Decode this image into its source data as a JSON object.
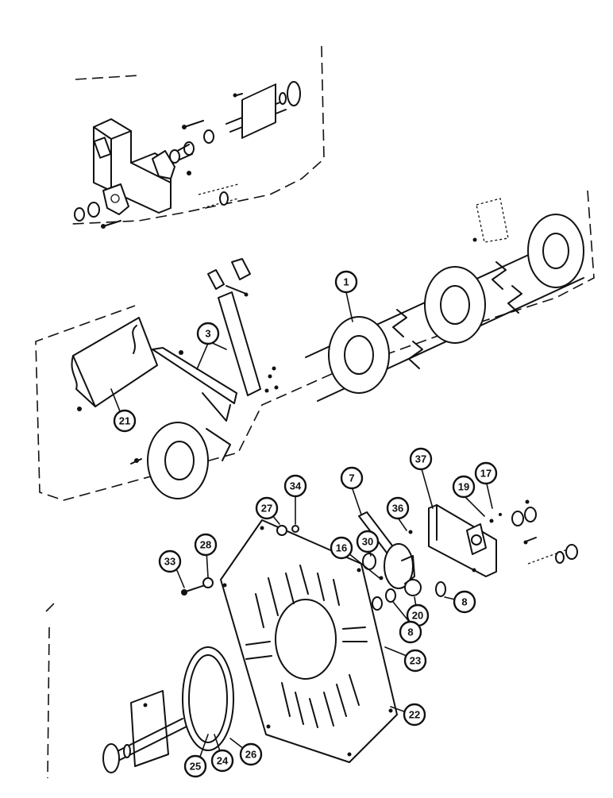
{
  "callouts": [
    {
      "id": "c1",
      "label": "1"
    },
    {
      "id": "c3",
      "label": "3"
    },
    {
      "id": "c21",
      "label": "21"
    },
    {
      "id": "c7",
      "label": "7"
    },
    {
      "id": "c37",
      "label": "37"
    },
    {
      "id": "c17",
      "label": "17"
    },
    {
      "id": "c19",
      "label": "19"
    },
    {
      "id": "c36",
      "label": "36"
    },
    {
      "id": "c27",
      "label": "27"
    },
    {
      "id": "c34",
      "label": "34"
    },
    {
      "id": "c30",
      "label": "30"
    },
    {
      "id": "c28",
      "label": "28"
    },
    {
      "id": "c33",
      "label": "33"
    },
    {
      "id": "c16",
      "label": "16"
    },
    {
      "id": "c20",
      "label": "20"
    },
    {
      "id": "c8a",
      "label": "8"
    },
    {
      "id": "c8b",
      "label": "8"
    },
    {
      "id": "c23",
      "label": "23"
    },
    {
      "id": "c22",
      "label": "22"
    },
    {
      "id": "c25",
      "label": "25"
    },
    {
      "id": "c24",
      "label": "24"
    },
    {
      "id": "c26",
      "label": "26"
    }
  ]
}
